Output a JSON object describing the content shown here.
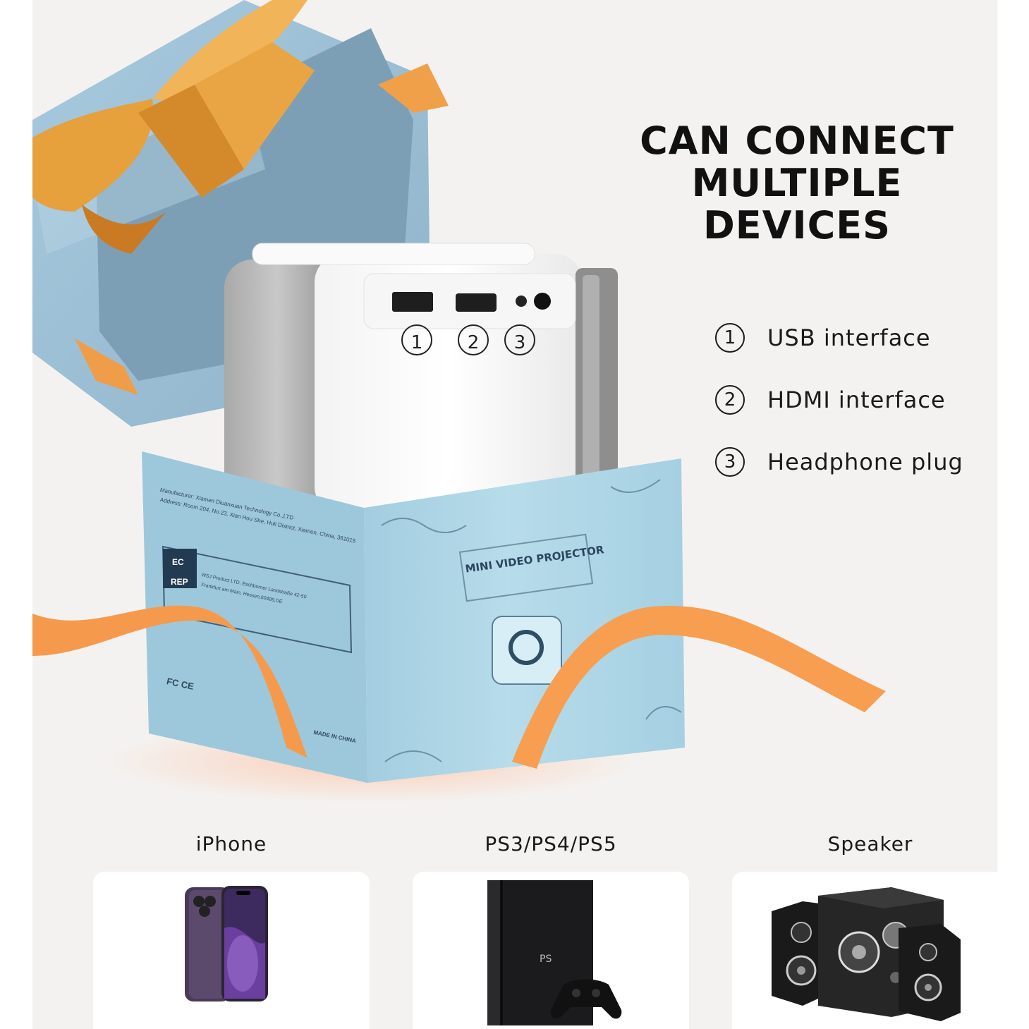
{
  "headline": {
    "line1": "CAN CONNECT",
    "line2": "MULTIPLE DEVICES"
  },
  "ports": [
    {
      "number": "1",
      "label": "USB interface"
    },
    {
      "number": "2",
      "label": "HDMI interface"
    },
    {
      "number": "3",
      "label": "Headphone plug"
    }
  ],
  "box": {
    "title": "MINI VIDEO PROJECTOR",
    "manufacturer_line": "Manufacturer: Xiamen Diuanxuan Technology Co.,LTD",
    "address_line": "Address: Room 204, No.23, Xian Hou She, Huli District, Xiamen, China, 361015",
    "ec_label": "EC",
    "rep_label": "REP",
    "rep_line1": "WSJ Product LTD. Eschborner Landstraße 42-50",
    "rep_line2": "Frankfurt am Main, Hessen,60489,DE",
    "made_in": "MADE IN CHINA",
    "certifications": "FC CE"
  },
  "devices": [
    {
      "label": "iPhone",
      "icon": "iphone-icon"
    },
    {
      "label": "PS3/PS4/PS5",
      "icon": "playstation-icon"
    },
    {
      "label": "Speaker",
      "icon": "speaker-icon"
    }
  ],
  "colors": {
    "background": "#f4f2f0",
    "box_blue": "#a9d3e3",
    "lid_blue": "#9ec1d6",
    "ribbon_orange": "#f59a4c",
    "bow_gold": "#e7a13e",
    "text": "#111111"
  }
}
